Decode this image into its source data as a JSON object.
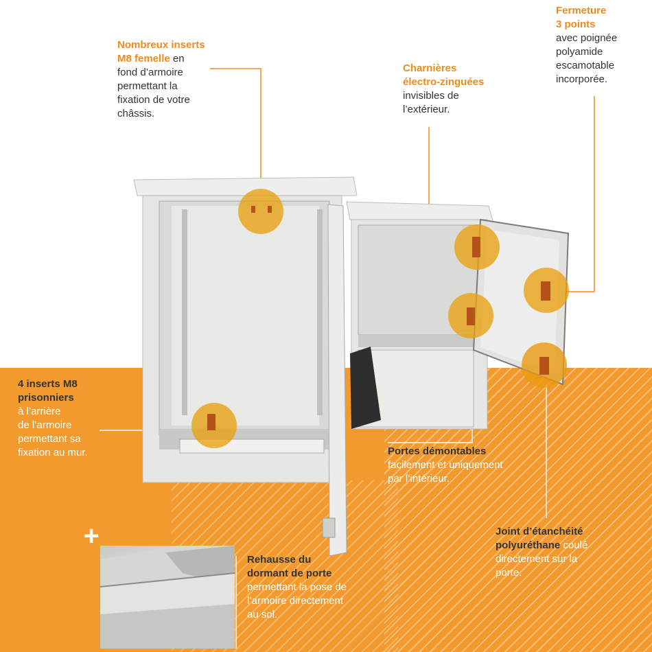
{
  "callouts": {
    "inserts_femelle": {
      "highlight": [
        "Nombreux inserts",
        "M8 femelle"
      ],
      "highlight_tail": " en",
      "lines": [
        "fond d’armoire",
        "permettant la",
        "fixation de votre",
        "châssis."
      ]
    },
    "charnieres": {
      "highlight": [
        "Charnières",
        "électro-zinguées"
      ],
      "lines": [
        "invisibles de",
        "l’extérieur."
      ]
    },
    "fermeture": {
      "highlight": [
        "Fermeture",
        "3 points"
      ],
      "lines": [
        "avec poignée",
        "polyamide",
        "escamotable",
        "incorporée."
      ]
    },
    "inserts_prisonniers": {
      "bold": [
        "4 inserts M8",
        "prisonniers"
      ],
      "lines": [
        "à l’arrière",
        "de l’armoire",
        "permettant sa",
        "fixation au mur."
      ]
    },
    "portes": {
      "bold": [
        "Portes démontables"
      ],
      "lines": [
        "facilement et uniquement",
        "par l’intérieur."
      ]
    },
    "joint": {
      "bold": [
        "Joint d’étanchéité",
        "polyuréthane"
      ],
      "bold_tail": " coulé",
      "lines": [
        "directement sur la",
        "porte."
      ]
    },
    "rehausse": {
      "bold": [
        "Rehausse du",
        "dormant de porte"
      ],
      "lines": [
        "permettant la pose de",
        "l’armoire directement",
        "au sol."
      ]
    }
  },
  "plus_symbol": "+",
  "colors": {
    "accent": "#f08a1c",
    "band": "#f29a2e",
    "marker": "#e8a010",
    "cabinet": "#e6e6e3"
  }
}
